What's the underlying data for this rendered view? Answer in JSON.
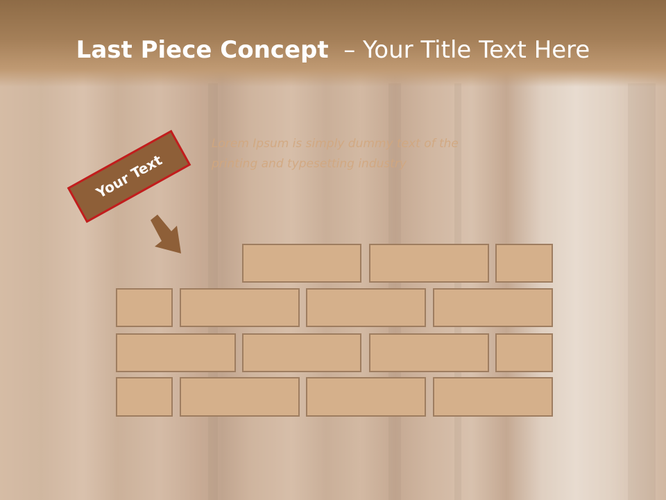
{
  "title": {
    "bold": "Last Piece Concept",
    "rest": "– Your Title Text Here"
  },
  "body_text": {
    "line1": "Lorem Ipsum is simply dummy text of the",
    "line2": "printing and typesetting industry"
  },
  "tag": {
    "label": "Your Text"
  },
  "icons": {
    "arrow": "arrow-down-right-icon"
  },
  "colors": {
    "title_bar": "#9c7650",
    "tag_fill": "#8e5f38",
    "tag_border": "#c21d1d",
    "brick_fill": "#d5b08b",
    "brick_border": "#9e7d60",
    "arrow": "#8e5f38"
  }
}
